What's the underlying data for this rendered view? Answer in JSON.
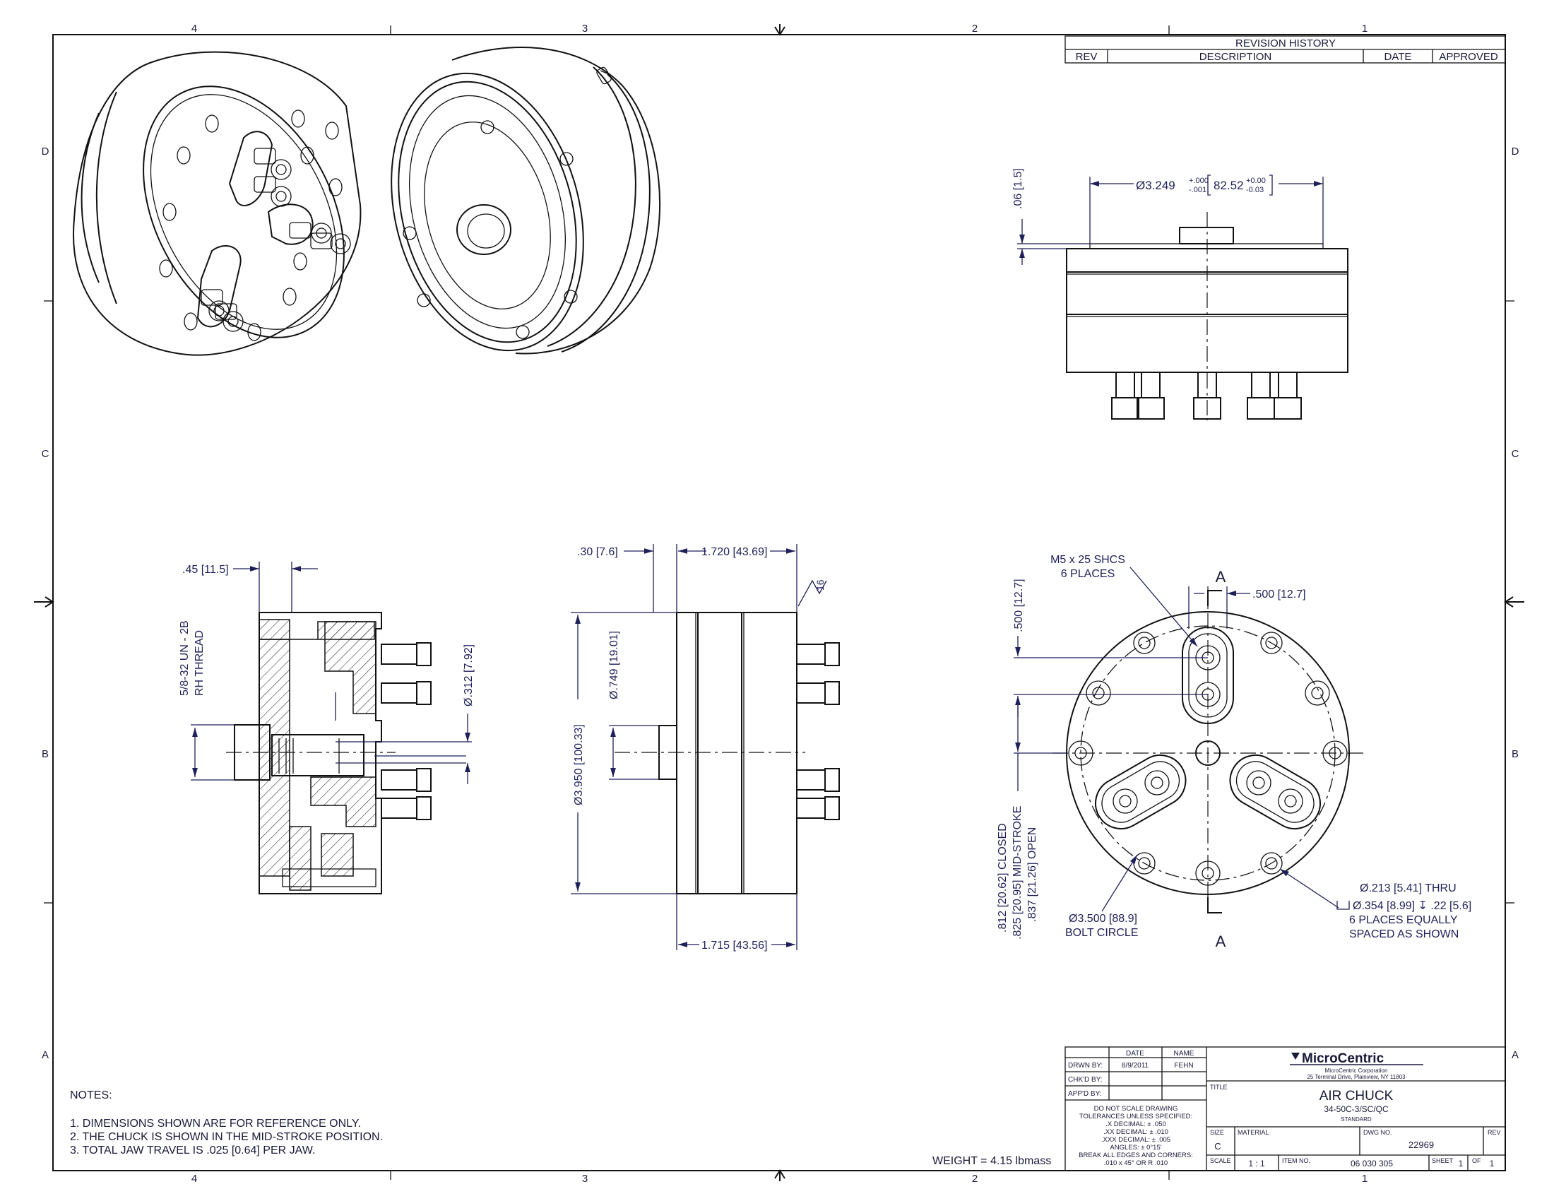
{
  "zones": {
    "top": [
      "4",
      "3",
      "2",
      "1"
    ],
    "bottom": [
      "4",
      "3",
      "2",
      "1"
    ],
    "left": [
      "D",
      "C",
      "B",
      "A"
    ],
    "right": [
      "D",
      "C",
      "B",
      "A"
    ]
  },
  "revision_history": {
    "title": "REVISION HISTORY",
    "columns": [
      "REV",
      "DESCRIPTION",
      "DATE",
      "APPROVED"
    ]
  },
  "side_view": {
    "diameter": "Ø3.249",
    "tol_plus": "+.000",
    "tol_minus": "-.001",
    "metric": "82.52",
    "metric_plus": "+0.00",
    "metric_minus": "-0.03",
    "height": ".06 [1.5]"
  },
  "section_view": {
    "dim_top": ".45 [11.5]",
    "thread_line1": "5/8-32 UN - 2B",
    "thread_line2": "RH THREAD",
    "bore": "Ø.312 [7.92]"
  },
  "profile_view": {
    "dim_top_left": ".30 [7.6]",
    "dim_top_right": "1.720 [43.69]",
    "pilot": "Ø.749 [19.01]",
    "diameter": "Ø3.950 [100.33]",
    "dim_bottom": "1.715 [43.56]",
    "finish": "16"
  },
  "front_view": {
    "screws_line1": "M5 x 25 SHCS",
    "screws_line2": "6 PLACES",
    "section_mark": "A",
    "jaw_width": ".500 [12.7]",
    "jaw_offset": ".500 [12.7]",
    "stroke_closed": ".812 [20.62] CLOSED",
    "stroke_mid": ".825 [20.95] MID-STROKE",
    "stroke_open": ".837 [21.26] OPEN",
    "bolt_circle_line1": "Ø3.500 [88.9]",
    "bolt_circle_line2": "BOLT CIRCLE",
    "holes_line1": "Ø.213 [5.41] THRU",
    "holes_line2": "Ø.354 [8.99] ↧ .22 [5.6]",
    "holes_line3": "6 PLACES EQUALLY",
    "holes_line4": "SPACED AS SHOWN"
  },
  "notes": {
    "title": "NOTES:",
    "items": [
      "1.  DIMENSIONS SHOWN ARE FOR REFERENCE ONLY.",
      "2.  THE CHUCK IS SHOWN IN THE MID-STROKE POSITION.",
      "3.  TOTAL JAW TRAVEL IS .025 [0.64] PER JAW."
    ]
  },
  "weight": "WEIGHT = 4.15 lbmass",
  "title_block": {
    "col_date": "DATE",
    "col_name": "NAME",
    "drawn_by": "DRWN BY:",
    "drawn_date": "8/9/2011",
    "drawn_name": "FEHN",
    "checked_by": "CHK'D BY:",
    "approved_by": "APP'D BY:",
    "tolerances": [
      "DO NOT SCALE DRAWING",
      "TOLERANCES UNLESS SPECIFIED:",
      ".X  DECIMAL:    ± .050",
      ".XX  DECIMAL:    ± .010",
      ".XXX DECIMAL:    ± .005",
      "ANGLES:        ± 0°15'",
      "BREAK ALL EDGES AND CORNERS:",
      ".010 x 45° OR R .010"
    ],
    "company": "MicroCentric",
    "company_line1": "MicroCentric Corporation",
    "company_line2": "25 Terminal Drive, Plainview, NY 11803",
    "title_label": "TITLE",
    "title": "AIR CHUCK",
    "subtitle": "34-50C-3/SC/QC",
    "subtitle2": "STANDARD",
    "size_label": "SIZE",
    "size": "C",
    "material_label": "MATERIAL",
    "dwg_label": "DWG NO.",
    "dwg_no": "22969",
    "rev_label": "REV",
    "scale_label": "SCALE",
    "scale": "1 : 1",
    "item_label": "ITEM NO.",
    "item_no": "06 030 305",
    "sheet_label": "SHEET",
    "sheet": "1",
    "of_label": "OF",
    "of": "1"
  }
}
